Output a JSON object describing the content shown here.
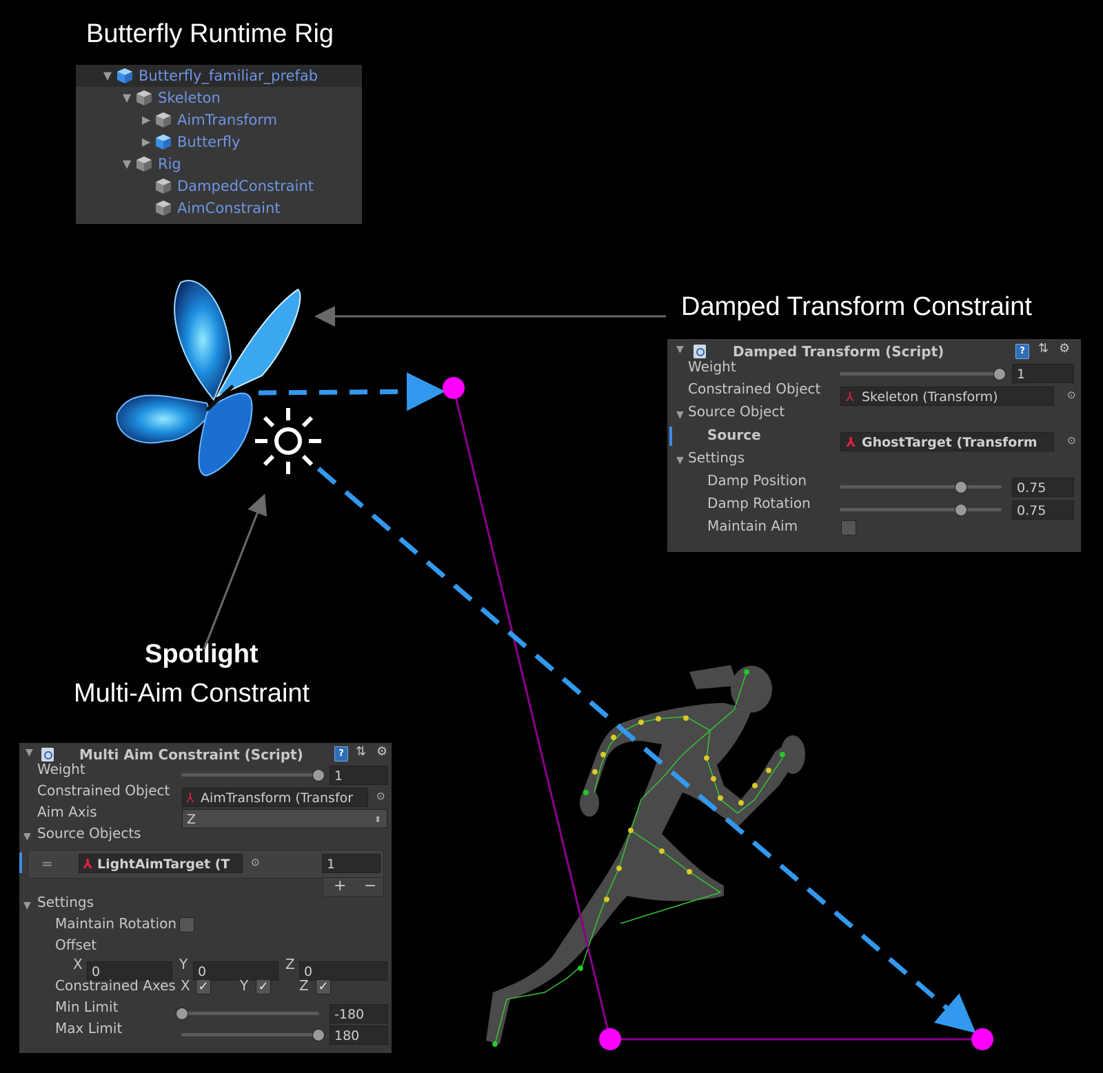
{
  "titles": {
    "rig": "Butterfly Runtime Rig",
    "damped": "Damped Transform Constraint",
    "spotlight": "Spotlight",
    "multi_aim": "Multi-Aim Constraint"
  },
  "hierarchy": [
    {
      "label": "Butterfly_familiar_prefab",
      "expanded": true,
      "prefab": true
    },
    {
      "label": "Skeleton",
      "expanded": true
    },
    {
      "label": "AimTransform",
      "expanded": false
    },
    {
      "label": "Butterfly",
      "expanded": false,
      "prefab": true
    },
    {
      "label": "Rig",
      "expanded": true
    },
    {
      "label": "DampedConstraint"
    },
    {
      "label": "AimConstraint"
    }
  ],
  "damped": {
    "header": "Damped Transform (Script)",
    "weight_label": "Weight",
    "weight_value": "1",
    "constrained_label": "Constrained Object",
    "constrained_value": "Skeleton (Transform)",
    "source_object_label": "Source Object",
    "source_label": "Source",
    "source_value": "GhostTarget (Transform",
    "settings_label": "Settings",
    "damp_position_label": "Damp Position",
    "damp_position_value": "0.75",
    "damp_rotation_label": "Damp Rotation",
    "damp_rotation_value": "0.75",
    "maintain_aim_label": "Maintain Aim",
    "maintain_aim_checked": false
  },
  "multi_aim": {
    "header": "Multi Aim Constraint (Script)",
    "weight_label": "Weight",
    "weight_value": "1",
    "constrained_label": "Constrained Object",
    "constrained_value": "AimTransform (Transfor",
    "aim_axis_label": "Aim Axis",
    "aim_axis_value": "Z",
    "source_objects_label": "Source Objects",
    "source_value": "LightAimTarget (T",
    "source_weight": "1",
    "add_symbol": "+",
    "remove_symbol": "−",
    "handle_symbol": "=",
    "settings_label": "Settings",
    "maintain_rotation_label": "Maintain Rotation",
    "offset_label": "Offset",
    "offset_x_label": "X",
    "offset_x": "0",
    "offset_y_label": "Y",
    "offset_y": "0",
    "offset_z_label": "Z",
    "offset_z": "0",
    "constrained_axes_label": "Constrained Axes",
    "axis_x_label": "X",
    "axis_y_label": "Y",
    "axis_z_label": "Z",
    "check_mark": "✓",
    "min_limit_label": "Min Limit",
    "min_limit_value": "-180",
    "max_limit_label": "Max Limit",
    "max_limit_value": "180"
  },
  "colors": {
    "panel_bg": "#383838",
    "hierarchy_text": "#6f95e3",
    "magenta_point": "#ff00ff",
    "purple_line": "#8b008b",
    "dashed_arrow": "#3399ee",
    "annotation_arrow": "#6a6a6a",
    "bone_line": "#39c239",
    "joint_yellow": "#d9c928",
    "silhouette": "#4a4a4a"
  }
}
